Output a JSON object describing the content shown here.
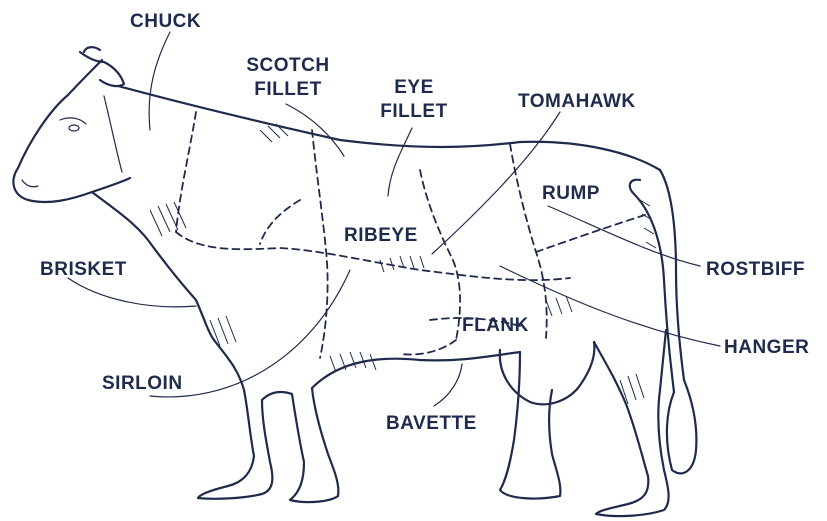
{
  "diagram": {
    "ink_color": "#1f2b4d",
    "background": "#ffffff",
    "figure": "cow-illustration",
    "labels": {
      "chuck": "CHUCK",
      "scotch_fillet_1": "SCOTCH",
      "scotch_fillet_2": "FILLET",
      "eye_fillet_1": "EYE",
      "eye_fillet_2": "FILLET",
      "tomahawk": "TOMAHAWK",
      "rump": "RUMP",
      "ribeye": "RIBEYE",
      "brisket": "BRISKET",
      "rostbiff": "ROSTBIFF",
      "flank": "FLANK",
      "hanger": "HANGER",
      "sirloin": "SIRLOIN",
      "bavette": "BAVETTE"
    }
  }
}
